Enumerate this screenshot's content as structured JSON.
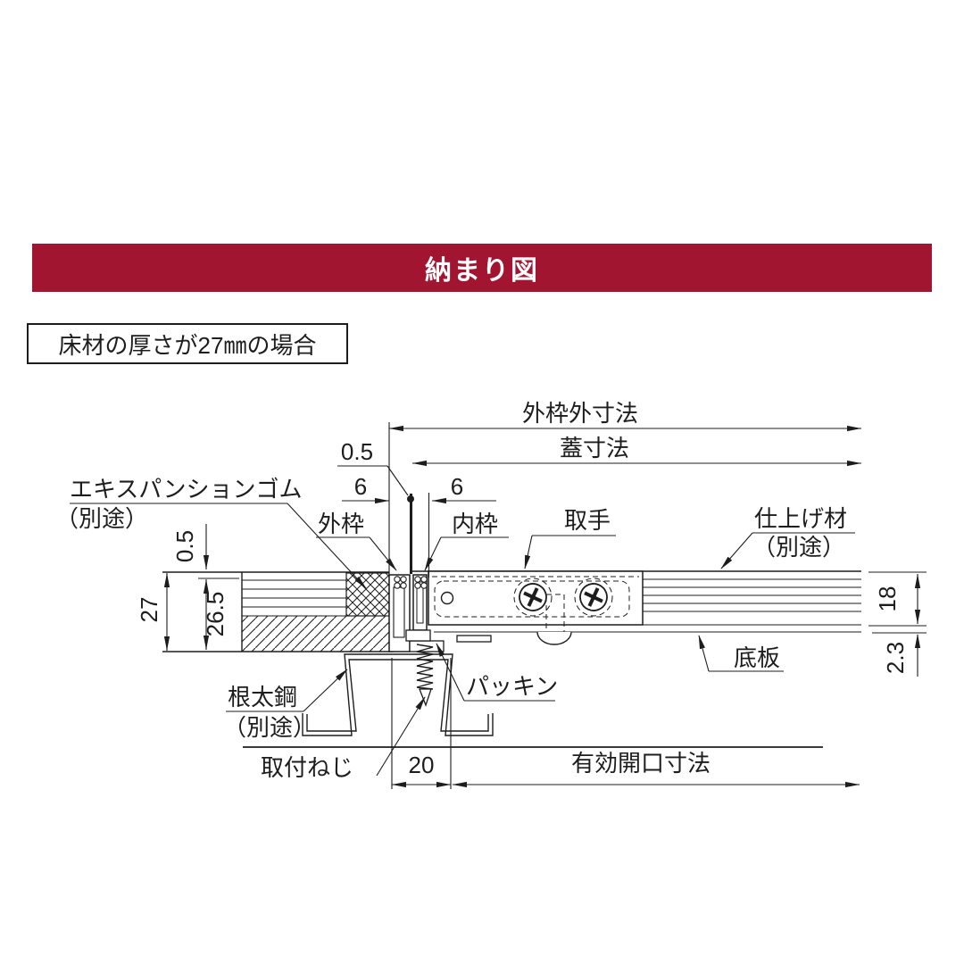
{
  "banner": {
    "title": "納まり図",
    "bg": "#a21531",
    "fg": "#ffffff"
  },
  "condition": {
    "label": "床材の厚さが27㎜の場合"
  },
  "diagram": {
    "dims": {
      "outer_frame_outer": "外枠外寸法",
      "lid": "蓋寸法",
      "effective_opening": "有効開口寸法",
      "top_gap": "0.5",
      "left_six": "6",
      "right_six": "6",
      "floor_total": "27",
      "floor_lower": "26.5",
      "floor_gap": "0.5",
      "finish_thickness": "18",
      "plate_thickness": "2.3",
      "screw_offset": "20"
    },
    "parts": {
      "expansion_rubber": "エキスパンションゴム",
      "expansion_rubber_note": "（別途）",
      "outer_frame": "外枠",
      "inner_frame": "内枠",
      "handle": "取手",
      "finish_material": "仕上げ材",
      "finish_material_note": "（別途）",
      "bottom_plate": "底板",
      "packing": "パッキン",
      "joist_steel": "根太鋼",
      "joist_steel_note": "（別途）",
      "mounting_screw": "取付ねじ"
    }
  }
}
